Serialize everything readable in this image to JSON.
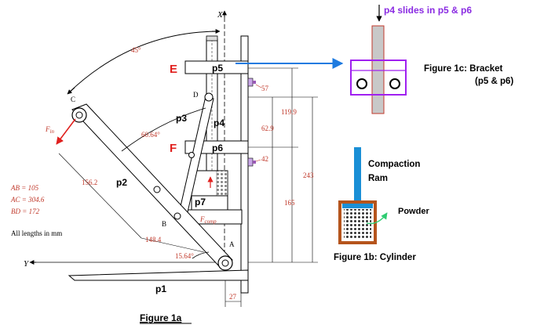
{
  "figure_1a": {
    "caption": "Figure 1a",
    "axis_x": "X",
    "axis_y": "Y",
    "angle_top": "45°",
    "angle_mid": "60.64°",
    "angle_bottom": "15.64°",
    "force_in": "F",
    "force_in_sub": "in",
    "force_comp": "F",
    "force_comp_sub": "comp",
    "point_A": "A",
    "point_B": "B",
    "point_C": "C",
    "point_D": "D",
    "label_E": "E",
    "label_F": "F",
    "parts": {
      "p1": "p1",
      "p2": "p2",
      "p3": "p3",
      "p4": "p4",
      "p5": "p5",
      "p6": "p6",
      "p7": "p7"
    },
    "dims": {
      "d_156_2": "156.2",
      "d_148_4": "148.4",
      "d_27": "27",
      "d_57": "57",
      "d_42": "42",
      "d_62_9": "62.9",
      "d_119_9": "119.9",
      "d_165": "165",
      "d_243": "243"
    },
    "legend": {
      "ab": "AB = 105",
      "ac": "AC = 304.6",
      "bd": "BD = 172",
      "units": "All lengths in mm"
    }
  },
  "figure_1b": {
    "caption": "Figure 1b:",
    "caption_name": "Cylinder",
    "ram_line1": "Compaction",
    "ram_line2": "Ram",
    "powder": "Powder"
  },
  "figure_1c": {
    "caption": "Figure 1c:",
    "caption_name": "Bracket",
    "caption_sub": "(p5 & p6)",
    "note": "p4 slides in p5 & p6"
  },
  "colors": {
    "accent_red": "#e0201e",
    "dim_red": "#c0392b",
    "arrow_blue": "#1e7be0",
    "bracket_purple": "#a020f0",
    "ram_blue": "#1a8fd6",
    "cylinder_brown": "#b5541c",
    "powder_green": "#2ecc71",
    "note_purple": "#8a2be2"
  }
}
